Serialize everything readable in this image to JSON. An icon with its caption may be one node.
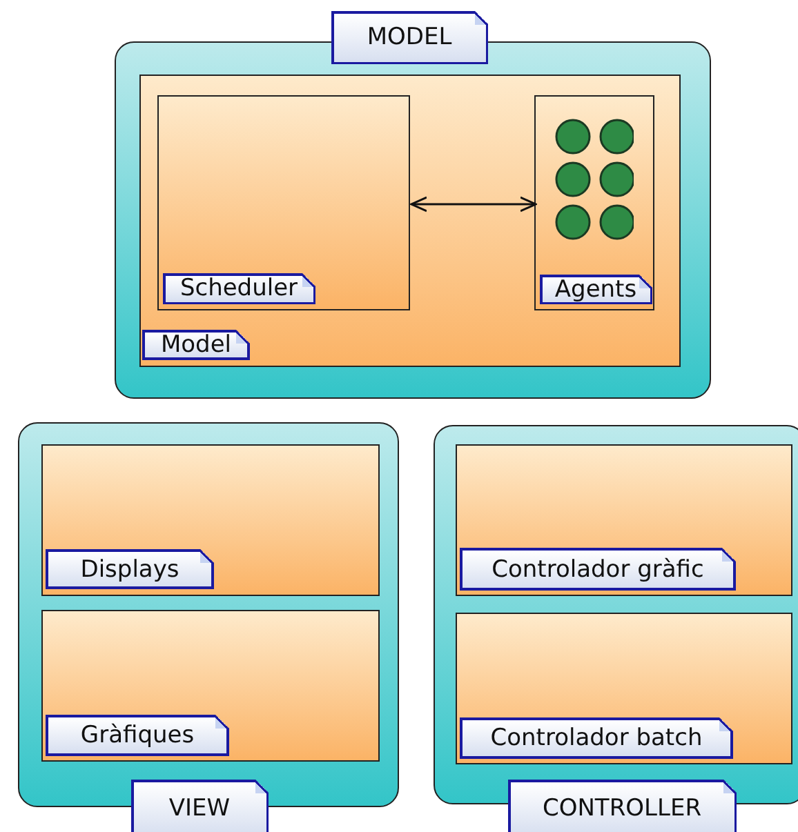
{
  "diagram": {
    "nodes": [
      {
        "text": [
          "MODEL"
        ]
      },
      {
        "text": [
          "Model"
        ],
        "in": 0
      },
      {
        "text": [
          "Scheduler"
        ],
        "in": 1
      },
      {
        "text": [
          "Agents"
        ],
        "in": 1
      },
      {
        "text": [
          "VIEW"
        ]
      },
      {
        "text": [
          "Displays"
        ],
        "in": 4
      },
      {
        "text": [
          "Gràfiques"
        ],
        "in": 4
      },
      {
        "text": [
          "CONTROLLER"
        ]
      },
      {
        "text": [
          "Controlador gràfic"
        ],
        "in": 7
      },
      {
        "text": [
          "Controlador batch"
        ],
        "in": 7
      }
    ],
    "edges": [
      {
        "from": 2,
        "to": 3,
        "arrow": "both"
      }
    ]
  }
}
